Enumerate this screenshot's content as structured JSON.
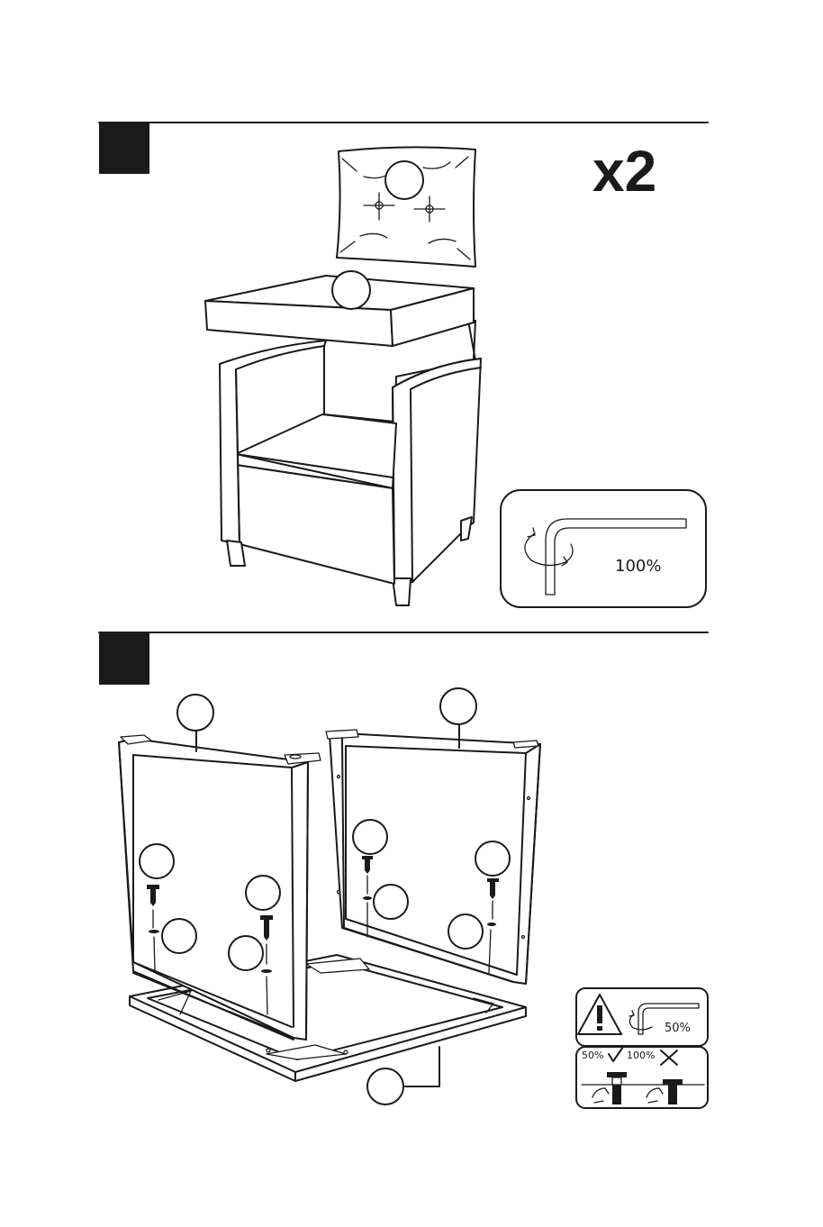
{
  "step1": {
    "quantity_label": "x2",
    "tool_panel": {
      "icon": "allen-key-icon",
      "tightness_label": "100%"
    }
  },
  "step2": {
    "warning_panel": {
      "icons": [
        "warning-icon",
        "allen-key-icon"
      ],
      "tightness_label": "50%",
      "correct_label": "50%",
      "incorrect_label": "100%"
    }
  },
  "colors": {
    "ink": "#1a1a1a",
    "paper": "#ffffff"
  }
}
